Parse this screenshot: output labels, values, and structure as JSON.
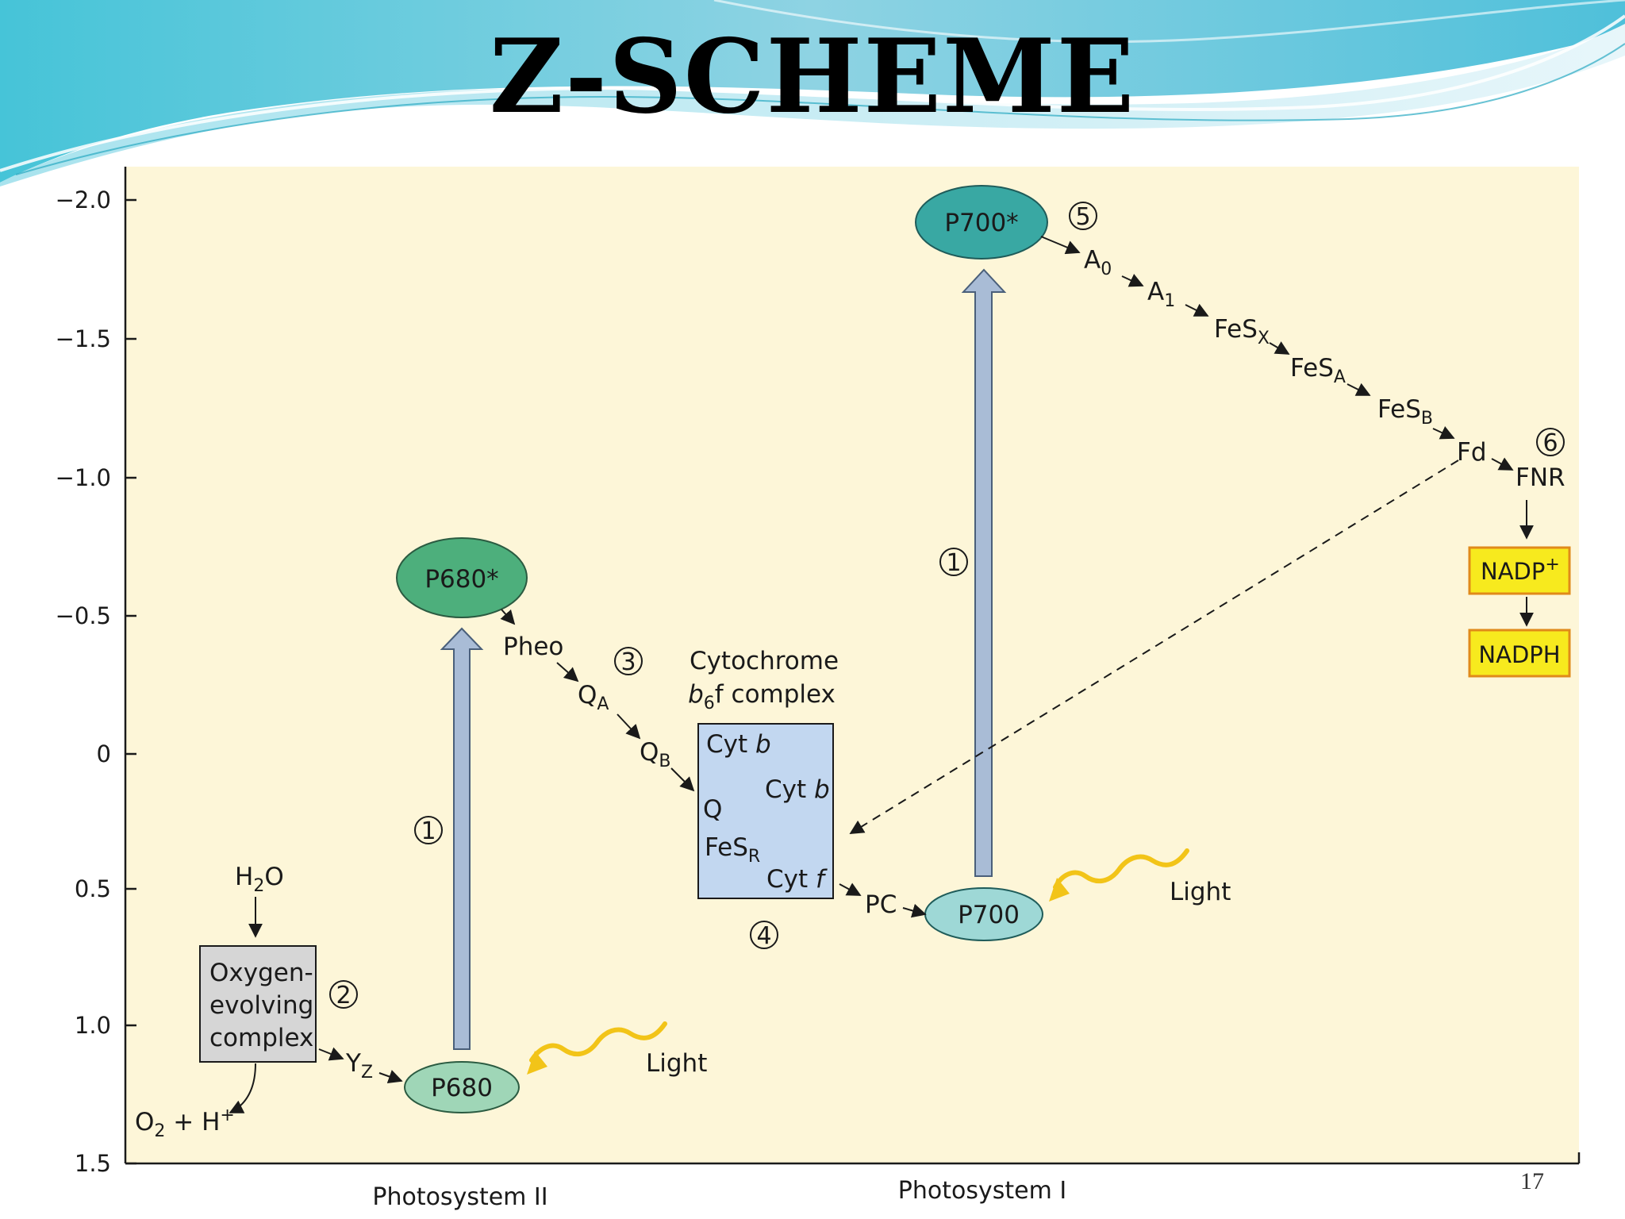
{
  "slide": {
    "title": "Z-SCHEME",
    "page_number": "17"
  },
  "axis": {
    "ticks": [
      "−2.0",
      "−1.5",
      "−1.0",
      "−0.5",
      "0",
      "0.5",
      "1.0",
      "1.5"
    ]
  },
  "photosystems": {
    "ps2": "Photosystem II",
    "ps1": "Photosystem I"
  },
  "nodes": {
    "p680_star": "P680*",
    "p680": "P680",
    "p700_star": "P700*",
    "p700": "P700",
    "pheo": "Pheo",
    "q_a": "Q",
    "q_a_sub": "A",
    "q_b": "Q",
    "q_b_sub": "B",
    "pc": "PC",
    "a0": "A",
    "a0_sub": "0",
    "a1": "A",
    "a1_sub": "1",
    "fesx": "FeS",
    "fesx_sub": "X",
    "fesa": "FeS",
    "fesa_sub": "A",
    "fesb": "FeS",
    "fesb_sub": "B",
    "fd": "Fd",
    "fnr": "FNR",
    "nadp": "NADP",
    "nadp_sup": "+",
    "nadph": "NADPH",
    "yz": "Y",
    "yz_sub": "Z",
    "h2o_a": "H",
    "h2o_sub": "2",
    "h2o_b": "O",
    "o2_a": "O",
    "o2_sub": "2",
    "o2_b": " + H",
    "o2_sup": "+"
  },
  "cytochrome": {
    "title_line1": "Cytochrome",
    "title_b": "b",
    "title_sub": "6",
    "title_rest": "f complex",
    "cytb1_a": "Cyt ",
    "cytb1_b": "b",
    "cytb2_a": "Cyt ",
    "cytb2_b": "b",
    "q": "Q",
    "fesr": "FeS",
    "fesr_sub": "R",
    "cytf_a": "Cyt ",
    "cytf_b": "f"
  },
  "oec": {
    "line1": "Oxygen-",
    "line2": "evolving",
    "line3": "complex"
  },
  "light": {
    "label_ps2": "Light",
    "label_ps1": "Light"
  },
  "steps": {
    "s1_ps2": "1",
    "s1_ps1": "1",
    "s2": "2",
    "s3": "3",
    "s4": "4",
    "s5": "5",
    "s6": "6"
  },
  "colors": {
    "background_panel": "#fdf6d8",
    "p680_fill": "#4daf7c",
    "p680_ground_fill": "#9fd6b7",
    "p700_fill": "#39a8a3",
    "p700_ground_fill": "#9ed8d6",
    "cytochrome_fill": "#c2d7f0",
    "oec_fill": "#d6d6d6",
    "nadp_fill": "#f7ea1e",
    "nadp_border": "#e08a1a",
    "excitation_arrow": "#a9bcd6",
    "light_wave": "#f2c418"
  }
}
